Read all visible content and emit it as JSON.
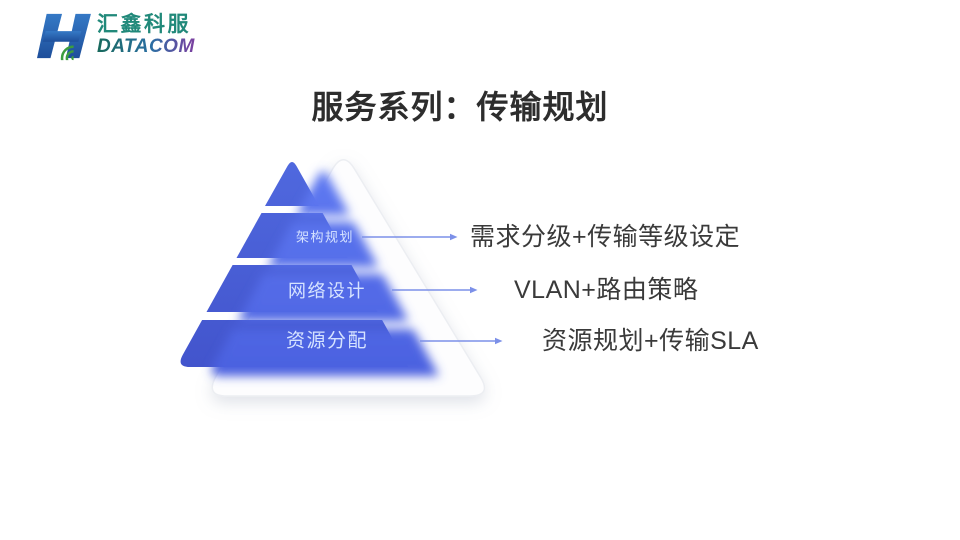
{
  "slide": {
    "title": "服务系列：传输规划"
  },
  "logo": {
    "company_cn": "汇鑫科服",
    "company_en": "DATACOM",
    "colors": {
      "mark_blue_light": "#3579C6",
      "mark_blue_dark": "#1E4F9B",
      "signal_green": "#3C9D3F",
      "cn_text": "#21897A",
      "en_gradient_start": "#17695B",
      "en_gradient_mid": "#2B6FA3",
      "en_gradient_end": "#7C3FA0"
    }
  },
  "pyramid": {
    "tiers": [
      {
        "label": ""
      },
      {
        "label": "架构规划"
      },
      {
        "label": "网络设计"
      },
      {
        "label": "资源分配"
      }
    ],
    "colors": {
      "crisp_top": "#5069DF",
      "crisp_bottom": "#4254CC",
      "blur_top": "#5F7AF2",
      "blur_bottom": "#4A60DF",
      "label_text": "#D6E3FF",
      "ghost_fill": "#FDFDFE",
      "ghost_stroke": "#ECEEF2"
    }
  },
  "annotations": [
    {
      "text": "需求分级+传输等级设定"
    },
    {
      "text": "VLAN+路由策略"
    },
    {
      "text": "资源规划+传输SLA"
    }
  ],
  "connector": {
    "color": "#7C90E8"
  }
}
